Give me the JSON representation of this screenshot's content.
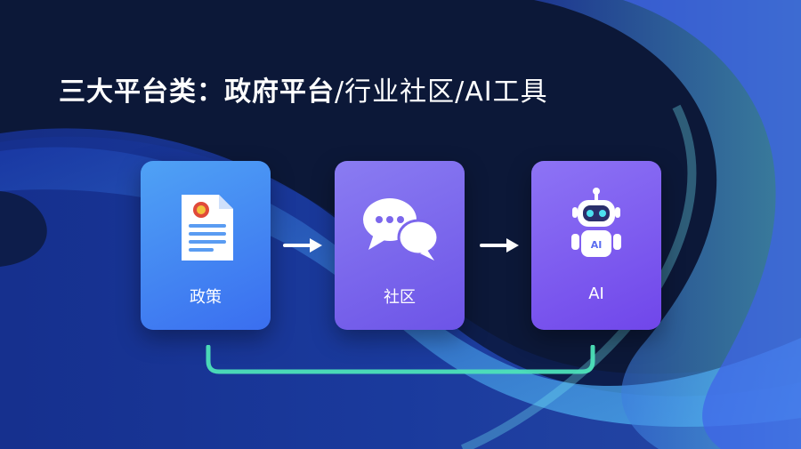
{
  "slide": {
    "title_lead": "三大平台类：政府平台",
    "title_rest": "/行业社区/AI工具"
  },
  "cards": [
    {
      "label": "政策",
      "icon": "policy-document-icon"
    },
    {
      "label": "社区",
      "icon": "chat-bubbles-icon"
    },
    {
      "label": "AI",
      "icon": "robot-icon",
      "badge": "AI"
    }
  ],
  "colors": {
    "background": "#0c1838",
    "policy_card": "#3f8af2",
    "community_card": "#7b66ec",
    "ai_card": "#7a5ced",
    "connector": "#4de1b8",
    "arrow": "#ffffff"
  }
}
